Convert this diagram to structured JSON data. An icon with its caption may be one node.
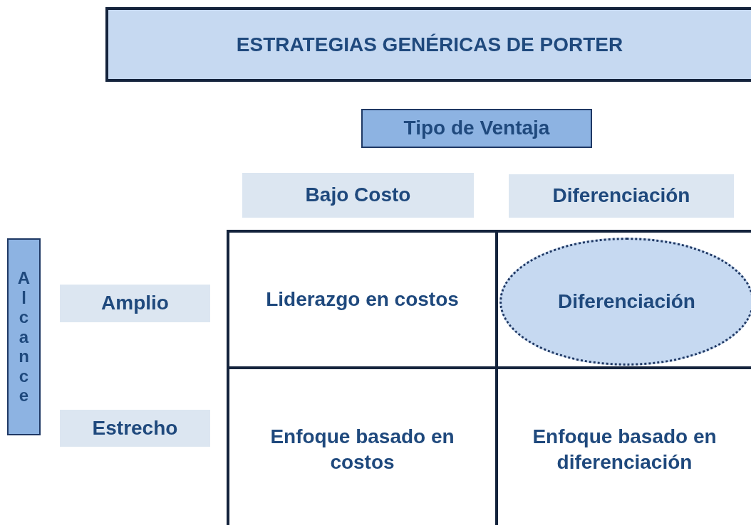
{
  "diagram": {
    "title": "ESTRATEGIAS GENÉRICAS DE PORTER",
    "nodes": [
      {
        "text": [
          "Tipo de Ventaja"
        ]
      },
      {
        "text": [
          "Bajo Costo"
        ]
      },
      {
        "text": [
          "Diferenciación"
        ]
      },
      {
        "text": [
          "Alcance"
        ]
      },
      {
        "text": [
          "Amplio"
        ]
      },
      {
        "text": [
          "Estrecho"
        ]
      },
      {
        "text": [
          "Liderazgo en costos"
        ]
      },
      {
        "text": [],
        "shape": "box"
      },
      {
        "text": [
          "Diferenciación"
        ],
        "in": 7
      },
      {
        "text": [
          "Enfoque basado en costos"
        ]
      },
      {
        "text": [
          "Enfoque basado en diferenciación"
        ]
      }
    ]
  }
}
